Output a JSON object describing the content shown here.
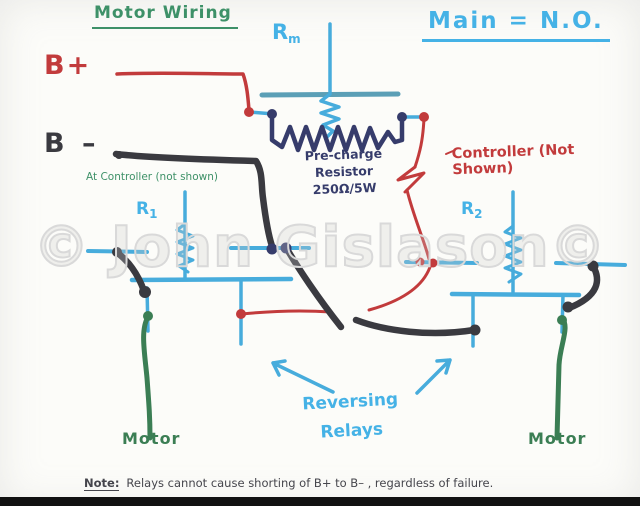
{
  "colors": {
    "red": "#C23B3C",
    "navy": "#363C6B",
    "black_wire": "#3A3A40",
    "cyan_wire": "#47ACDC",
    "cyan_text": "#45B2E6",
    "teal_bus": "#5B9FB6",
    "green_text": "#3E9168",
    "green_wire": "#3B7E54",
    "watermark_gray": "#D9D9D9",
    "note_ink": "#45454C",
    "bottom_bar": "#111111"
  },
  "header": {
    "title": "Motor Wiring",
    "main_label": "Main = N.O."
  },
  "labels": {
    "rm_base": "R",
    "rm_sub": "m",
    "b_plus": "B+",
    "b_minus": "B –",
    "at_controller": "At Controller (not shown)",
    "precharge_l1": "Pre-charge",
    "precharge_l2": "Resistor",
    "precharge_l3": "250Ω/5W",
    "controller": "Controller (Not Shown)",
    "r1_base": "R",
    "r1_sub": "1",
    "r2_base": "R",
    "r2_sub": "2",
    "reversing_l1": "Reversing",
    "reversing_l2": "Relays",
    "motor_left": "Motor",
    "motor_right": "Motor"
  },
  "watermark": "© John Gislason©",
  "note": {
    "label": "Note:",
    "text": "Relays cannot cause shorting of B+ to B– , regardless of failure."
  }
}
